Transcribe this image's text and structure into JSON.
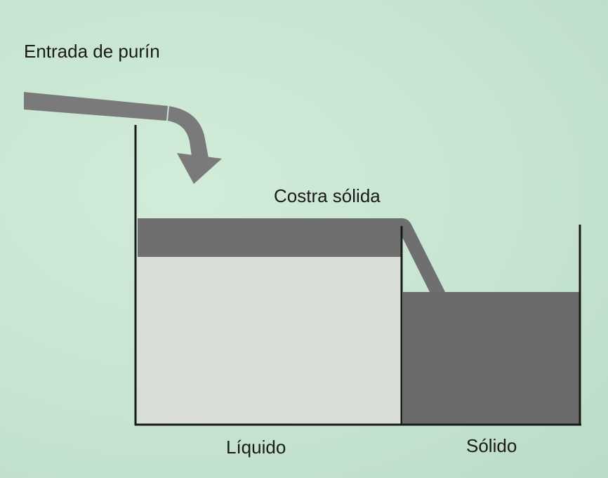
{
  "diagram": {
    "labels": {
      "inlet": "Entrada de purín",
      "crust": "Costra sólida",
      "liquid": "Líquido",
      "solid": "Sólido"
    },
    "colors": {
      "background": "#c8e6d2",
      "crust": "#6f6f6f",
      "liquid": "#d9ded7",
      "solid": "#6a6a6a",
      "pipe": "#7a7a7a",
      "walls": "#1a1a1a"
    }
  }
}
